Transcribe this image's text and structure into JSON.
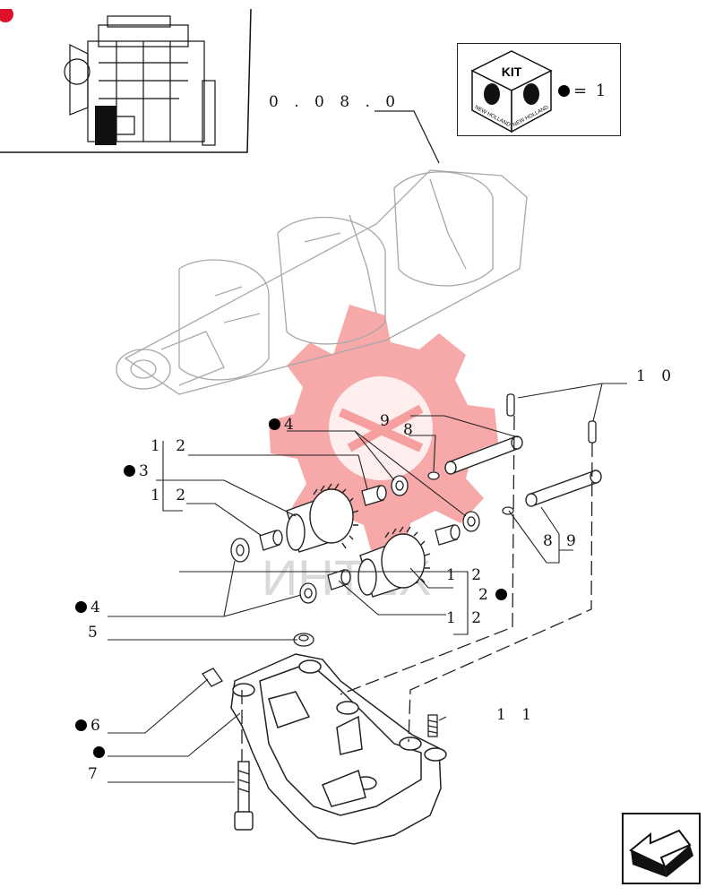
{
  "header": {
    "reference_code": "0 . 0 8 . 0"
  },
  "kit": {
    "title": "KIT",
    "brand_text": "NEW HOLLAND",
    "equals_text": "= 1"
  },
  "watermark": {
    "text": "ИНТЕХ",
    "color": "#f06060"
  },
  "callouts": [
    {
      "id": "callout-10",
      "text": "1 0",
      "kit": false
    },
    {
      "id": "callout-9-top",
      "text": "9",
      "kit": false
    },
    {
      "id": "callout-8-top",
      "text": "8",
      "kit": false
    },
    {
      "id": "callout-4-top",
      "text": "4",
      "kit": true
    },
    {
      "id": "callout-12-a",
      "text": "1 2",
      "kit": false
    },
    {
      "id": "callout-3",
      "text": "3",
      "kit": true
    },
    {
      "id": "callout-12-b",
      "text": "1 2",
      "kit": false
    },
    {
      "id": "callout-8-bottom",
      "text": "8",
      "kit": false
    },
    {
      "id": "callout-9-bottom",
      "text": "9",
      "kit": false
    },
    {
      "id": "callout-12-c",
      "text": "1 2",
      "kit": false
    },
    {
      "id": "callout-2",
      "text": "2",
      "kit": true
    },
    {
      "id": "callout-4-bottom",
      "text": "4",
      "kit": true
    },
    {
      "id": "callout-12-d",
      "text": "1 2",
      "kit": false
    },
    {
      "id": "callout-5",
      "text": "5",
      "kit": false
    },
    {
      "id": "callout-11",
      "text": "1 1",
      "kit": false
    },
    {
      "id": "callout-6",
      "text": "6",
      "kit": true
    },
    {
      "id": "callout-1",
      "text": "",
      "kit": true
    },
    {
      "id": "callout-7",
      "text": "7",
      "kit": false
    }
  ],
  "colors": {
    "line": "#222222",
    "ghost": "#9a9a9a",
    "accent": "#e0102a"
  }
}
